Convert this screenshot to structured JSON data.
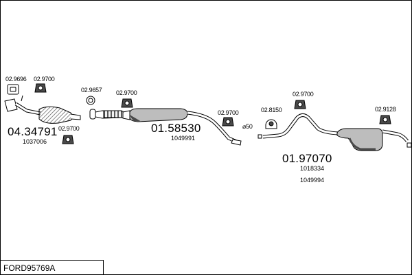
{
  "title": "FORD95769A",
  "parts": {
    "p1": "02.9696",
    "p2": "02.9700",
    "p3": "02.9657",
    "p4": "02.9700",
    "p5": "02.9700",
    "p6": "02.8150",
    "p7": "02.9700",
    "p8": "02.9128",
    "p9": "02.9700"
  },
  "assemblies": {
    "a1": {
      "code": "04.34791",
      "ref1": "1037006"
    },
    "a2": {
      "code": "01.58530",
      "ref1": "1049991"
    },
    "a3": {
      "code": "01.97070",
      "ref1": "1018334",
      "ref2": "1049994"
    }
  },
  "diameter_label": "⌀50",
  "colors": {
    "line": "#000000",
    "fill": "#bdbdbd",
    "dark": "#4a4a4a"
  }
}
